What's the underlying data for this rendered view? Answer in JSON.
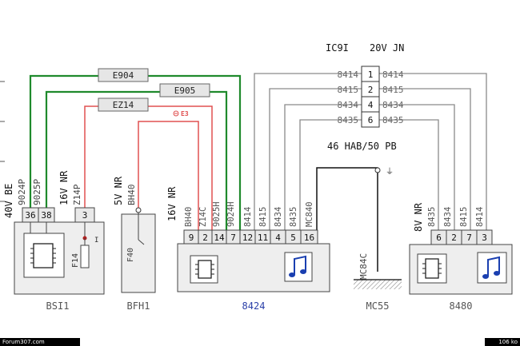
{
  "colors": {
    "green": "#1f8a2c",
    "red": "#e05050",
    "gray": "#8a8a8a",
    "blue": "#2a3fa8",
    "label_box": "#e6e6e6",
    "connector": "#e9e9e9",
    "component": "#eeeeee"
  },
  "header": {
    "connector_id": "IC9I",
    "connector_spec": "20V JN",
    "harness_note": "46 HAB/50 PB"
  },
  "splices": {
    "e904": "E904",
    "e905": "E905",
    "ez14": "EZ14",
    "e3": "E3"
  },
  "ic91_rows": [
    {
      "left": "8414",
      "pin": "1",
      "right": "8414"
    },
    {
      "left": "8415",
      "pin": "2",
      "right": "8415"
    },
    {
      "left": "8434",
      "pin": "4",
      "right": "8434"
    },
    {
      "left": "8435",
      "pin": "6",
      "right": "8435"
    }
  ],
  "bsi1": {
    "label": "BSI1",
    "conn_type": "40V BE",
    "wires": [
      "9024P",
      "9025P"
    ],
    "pins": [
      "36",
      "38"
    ],
    "fuse_conn_type": "16V NR",
    "fuse_wire": "Z14P",
    "fuse_pin": "3",
    "fuse_label": "F14",
    "fuse_mark": "I"
  },
  "bfh1": {
    "label": "BFH1",
    "conn_type": "5V NR",
    "wire": "BH40",
    "inner": "F40"
  },
  "c8424": {
    "label": "8424",
    "conn_type": "16V NR",
    "wires": [
      "BH40",
      "Z14C",
      "9025H",
      "9024H",
      "8414",
      "8415",
      "8434",
      "8435",
      "MC840"
    ],
    "pins": [
      "9",
      "2",
      "14",
      "7",
      "12",
      "11",
      "4",
      "5",
      "16"
    ]
  },
  "ground": {
    "label": "MC55",
    "wire": "MC84C",
    "symbol": "⏚"
  },
  "c8480": {
    "label": "8480",
    "conn_type": "8V NR",
    "wires": [
      "8435",
      "8434",
      "8415",
      "8414"
    ],
    "pins": [
      "6",
      "2",
      "7",
      "3"
    ]
  },
  "footer": {
    "site": "Forum307.com",
    "size": "106 ko"
  }
}
